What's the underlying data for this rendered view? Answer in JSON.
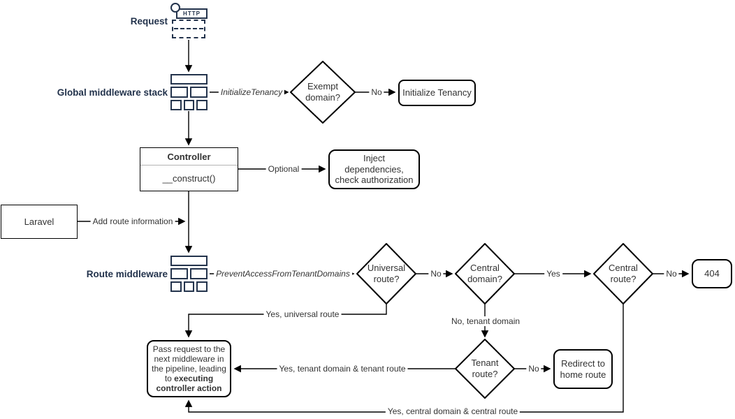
{
  "nodes": {
    "request": {
      "label": "Request",
      "http": "HTTP"
    },
    "global_middleware": {
      "label": "Global middleware stack"
    },
    "exempt_domain": {
      "label": "Exempt domain?"
    },
    "initialize_tenancy": {
      "label": "Initialize Tenancy"
    },
    "controller": {
      "title": "Controller",
      "body": "__construct()"
    },
    "inject_dependencies": {
      "label": "Inject dependencies, check authorization"
    },
    "laravel": {
      "label": "Laravel"
    },
    "route_middleware": {
      "label": "Route middleware"
    },
    "universal_route": {
      "label": "Universal route?"
    },
    "central_domain": {
      "label": "Central domain?"
    },
    "central_route": {
      "label": "Central route?"
    },
    "error_404": {
      "label": "404"
    },
    "tenant_route": {
      "label": "Tenant route?"
    },
    "redirect_home": {
      "label": "Redirect to home route"
    },
    "pass_request": {
      "text": "Pass request to the next middleware in the pipeline, leading to ",
      "bold": "executing controller action"
    }
  },
  "edges": {
    "initialize_tenancy_mw": "InitializeTenancy",
    "exempt_no": "No",
    "optional": "Optional",
    "add_route_information": "Add route information",
    "prevent_access": "PreventAccessFromTenantDomains",
    "universal_no": "No",
    "central_domain_yes": "Yes",
    "central_route_no": "No",
    "universal_yes": "Yes, universal route",
    "central_domain_no": "No, tenant domain",
    "tenant_no": "No",
    "tenant_yes": "Yes, tenant domain & tenant route",
    "central_route_yes": "Yes, central domain & central route"
  },
  "colors": {
    "label_navy": "#23334c",
    "line": "#000000",
    "background": "#ffffff"
  }
}
